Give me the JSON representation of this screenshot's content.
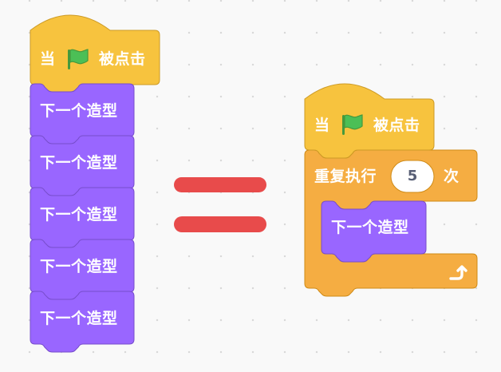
{
  "left_script": {
    "hat_block": {
      "prefix": "当",
      "suffix": "被点击",
      "icon": "green-flag-icon"
    },
    "blocks": [
      {
        "label": "下一个造型"
      },
      {
        "label": "下一个造型"
      },
      {
        "label": "下一个造型"
      },
      {
        "label": "下一个造型"
      },
      {
        "label": "下一个造型"
      }
    ]
  },
  "equals_sign": {
    "color": "#e84b4b"
  },
  "right_script": {
    "hat_block": {
      "prefix": "当",
      "suffix": "被点击",
      "icon": "green-flag-icon"
    },
    "repeat_block": {
      "prefix": "重复执行",
      "count": "5",
      "suffix": "次",
      "loop_icon": "loop-arrow-icon"
    },
    "inner_block": {
      "label": "下一个造型"
    }
  },
  "colors": {
    "events": "#f7c33e",
    "events_border": "#cc9a25",
    "looks": "#9966ff",
    "looks_border": "#774dcb",
    "control": "#f5ad42",
    "control_border": "#cf8b17",
    "flag_green": "#4cbf56",
    "flag_dark": "#45993d"
  }
}
